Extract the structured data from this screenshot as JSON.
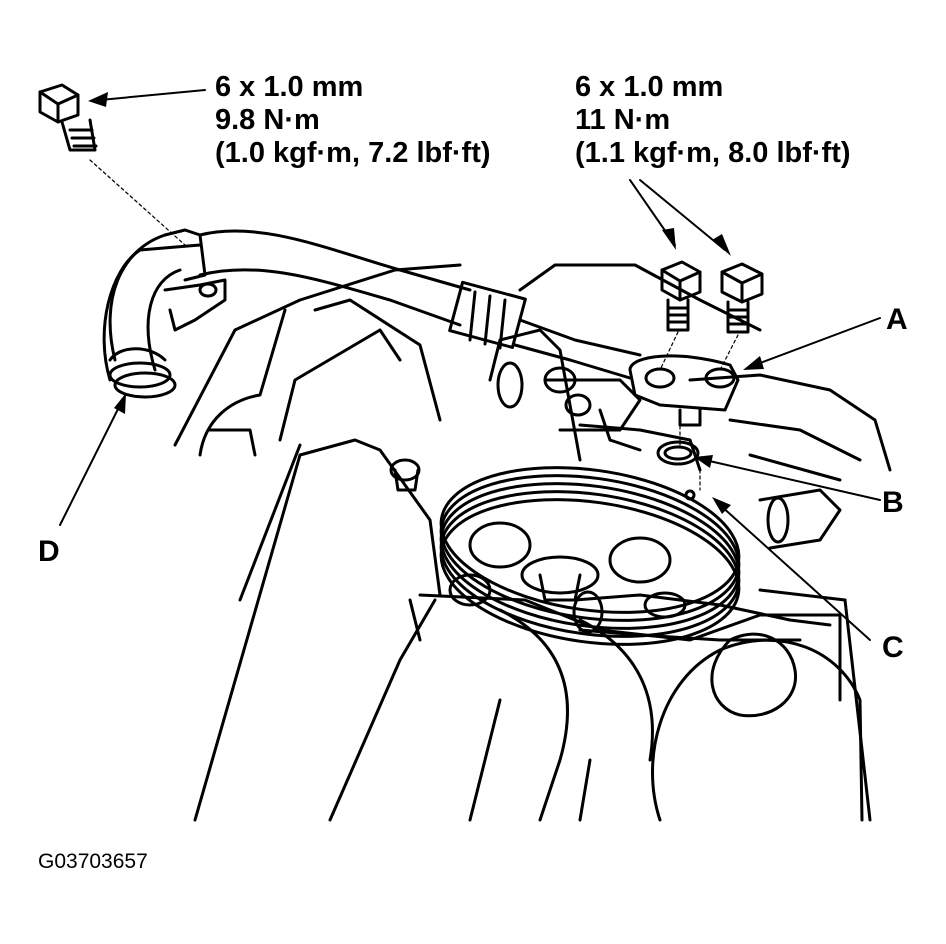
{
  "spec_left": {
    "thread": "6 x 1.0 mm",
    "torque": "9.8 N·m",
    "torque_alt": "(1.0 kgf·m, 7.2 lbf·ft)"
  },
  "spec_right": {
    "thread": "6 x 1.0 mm",
    "torque": "11 N·m",
    "torque_alt": "(1.1 kgf·m, 8.0 lbf·ft)"
  },
  "callouts": {
    "a": "A",
    "b": "B",
    "c": "C",
    "d": "D"
  },
  "figure_id": "G03703657"
}
